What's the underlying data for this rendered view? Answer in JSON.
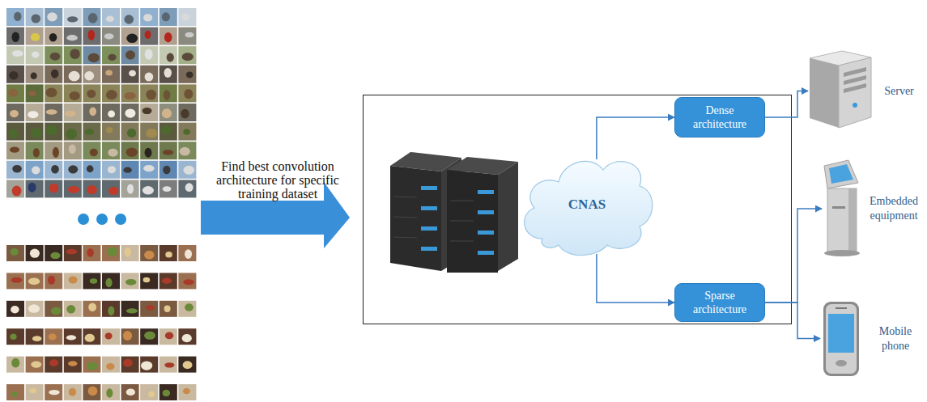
{
  "diagram": {
    "nodes": [
      {
        "text": [
          "CNAS"
        ]
      },
      {
        "text": [
          "Dense architecture"
        ]
      },
      {
        "text": [
          "Sparse architecture"
        ]
      },
      {
        "text": [
          "Server"
        ]
      },
      {
        "text": [
          "Embedded equipment"
        ]
      },
      {
        "text": [
          "Mobile phone"
        ]
      }
    ],
    "edges": [
      {
        "from": 0,
        "to": 1,
        "arrow": "to"
      },
      {
        "from": 0,
        "to": 2,
        "arrow": "to"
      },
      {
        "from": 1,
        "to": 3,
        "arrow": "to"
      },
      {
        "from": 2,
        "to": 4,
        "arrow": "to"
      },
      {
        "from": 2,
        "to": 5,
        "arrow": "to"
      }
    ],
    "labels": [
      "Find best convolution architecture for specific training dataset"
    ]
  }
}
